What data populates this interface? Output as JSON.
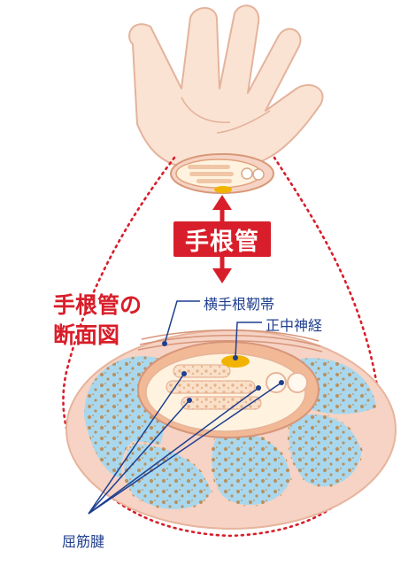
{
  "labels": {
    "carpal_tunnel_box": "手根管",
    "cross_section_line1": "手根管の",
    "cross_section_line2": "断面図",
    "transverse_carpal_ligament": "横手根靭帯",
    "median_nerve": "正中神経",
    "flexor_tendons": "屈筋腱"
  },
  "colors": {
    "accent_red": "#d81e2a",
    "label_blue": "#1f3f8f",
    "skin": "#f6d3c4",
    "bone_blue": "#a9d8ee",
    "nerve_yellow": "#f2b300"
  }
}
